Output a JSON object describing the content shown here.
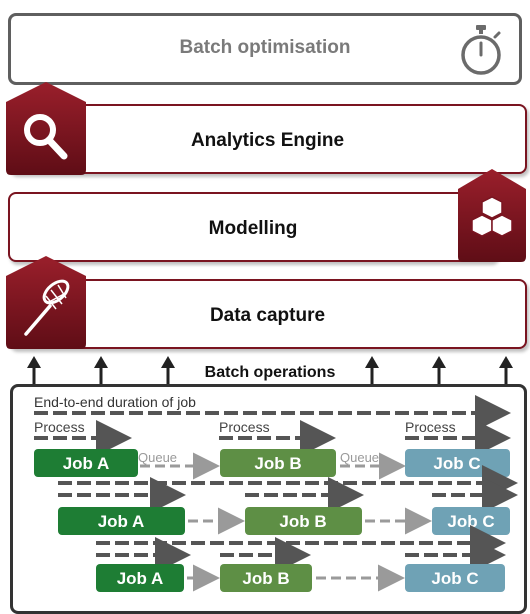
{
  "layers": {
    "batch_optimisation": "Batch optimisation",
    "analytics_engine": "Analytics Engine",
    "modelling": "Modelling",
    "data_capture": "Data capture"
  },
  "operations": {
    "title": "Batch operations",
    "duration_label": "End-to-end duration of job",
    "process_label": "Process",
    "queue_label": "Queue",
    "job_a": "Job A",
    "job_b": "Job B",
    "job_c": "Job C"
  },
  "icons": {
    "batch_optimisation": "stopwatch-icon",
    "analytics_engine": "magnifier-icon",
    "modelling": "cubes-icon",
    "data_capture": "net-icon"
  },
  "colors": {
    "accent_red": "#7a1420",
    "grey_border": "#6b6b6b",
    "job_a": "#1e7d34",
    "job_b": "#5e8f45",
    "job_c": "#6fa2b5"
  }
}
